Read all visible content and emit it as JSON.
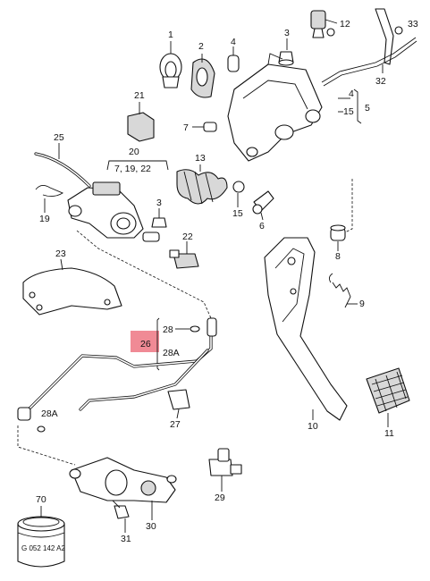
{
  "callouts": {
    "c1": "1",
    "c2": "2",
    "c3a": "3",
    "c3b": "3",
    "c4a": "4",
    "c4b": "4",
    "c5": "5",
    "c6": "6",
    "c7": "7",
    "c8": "8",
    "c9": "9",
    "c10": "10",
    "c11": "11",
    "c12": "12",
    "c13": "13",
    "c15a": "15",
    "c15b": "15",
    "c19": "19",
    "c20": "20",
    "c20sub": "7, 19, 22",
    "c21": "21",
    "c22": "22",
    "c23": "23",
    "c25": "25",
    "c26": "26",
    "c27": "27",
    "c28": "28",
    "c28a": "28A",
    "c28a2": "28A",
    "c29": "29",
    "c30": "30",
    "c31": "31",
    "c32": "32",
    "c33": "33",
    "c70": "70"
  },
  "box_label": "G 052 142 A2",
  "highlight_color": "#f08a95"
}
